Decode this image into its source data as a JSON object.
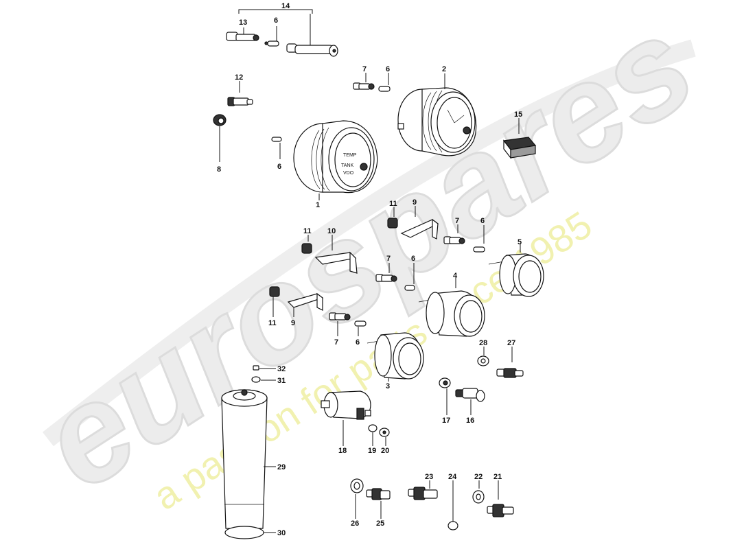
{
  "watermark": {
    "brand": "eurospares",
    "tagline": "a passion for parts since 1985",
    "brand_color": "#e6e6e6",
    "tagline_color": "#f0f0a0"
  },
  "gauge_1": {
    "line1": "TEMP",
    "line2": "TANK",
    "line3": "VDO"
  },
  "callouts": [
    {
      "id": "c1",
      "label": "1"
    },
    {
      "id": "c2",
      "label": "2"
    },
    {
      "id": "c3",
      "label": "3"
    },
    {
      "id": "c4",
      "label": "4"
    },
    {
      "id": "c5",
      "label": "5"
    },
    {
      "id": "c6a",
      "label": "6"
    },
    {
      "id": "c6b",
      "label": "6"
    },
    {
      "id": "c6c",
      "label": "6"
    },
    {
      "id": "c6d",
      "label": "6"
    },
    {
      "id": "c6e",
      "label": "6"
    },
    {
      "id": "c6f",
      "label": "6"
    },
    {
      "id": "c7a",
      "label": "7"
    },
    {
      "id": "c7b",
      "label": "7"
    },
    {
      "id": "c7c",
      "label": "7"
    },
    {
      "id": "c7d",
      "label": "7"
    },
    {
      "id": "c8",
      "label": "8"
    },
    {
      "id": "c9a",
      "label": "9"
    },
    {
      "id": "c9b",
      "label": "9"
    },
    {
      "id": "c10",
      "label": "10"
    },
    {
      "id": "c11a",
      "label": "11"
    },
    {
      "id": "c11b",
      "label": "11"
    },
    {
      "id": "c11c",
      "label": "11"
    },
    {
      "id": "c12",
      "label": "12"
    },
    {
      "id": "c13",
      "label": "13"
    },
    {
      "id": "c14",
      "label": "14"
    },
    {
      "id": "c15",
      "label": "15"
    },
    {
      "id": "c16",
      "label": "16"
    },
    {
      "id": "c17",
      "label": "17"
    },
    {
      "id": "c18",
      "label": "18"
    },
    {
      "id": "c19",
      "label": "19"
    },
    {
      "id": "c20",
      "label": "20"
    },
    {
      "id": "c21",
      "label": "21"
    },
    {
      "id": "c22",
      "label": "22"
    },
    {
      "id": "c23",
      "label": "23"
    },
    {
      "id": "c24",
      "label": "24"
    },
    {
      "id": "c25",
      "label": "25"
    },
    {
      "id": "c26",
      "label": "26"
    },
    {
      "id": "c27",
      "label": "27"
    },
    {
      "id": "c28",
      "label": "28"
    },
    {
      "id": "c29",
      "label": "29"
    },
    {
      "id": "c30",
      "label": "30"
    },
    {
      "id": "c31",
      "label": "31"
    },
    {
      "id": "c32",
      "label": "32"
    }
  ]
}
